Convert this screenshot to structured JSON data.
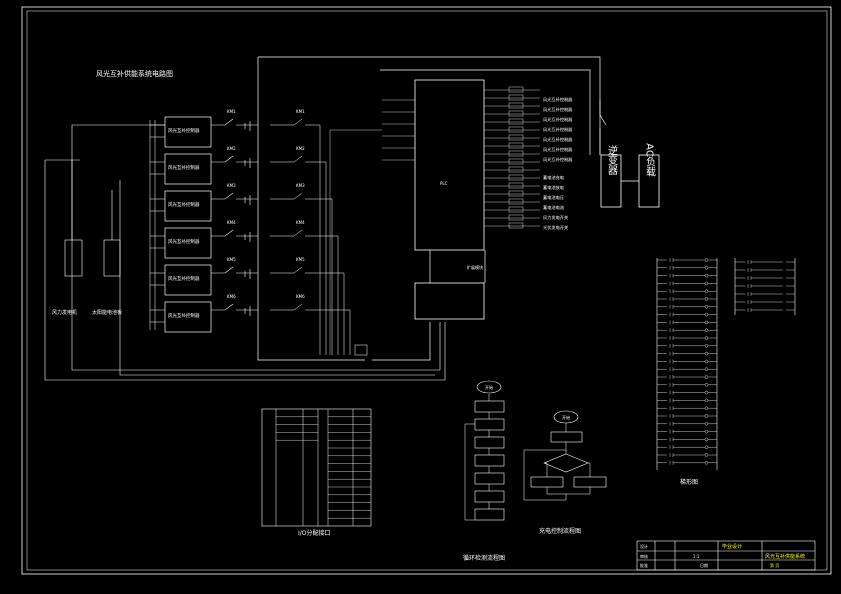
{
  "colors": {
    "background": "#000000",
    "line": "#ffffff",
    "label": "#ffff00",
    "accent": "#00e0ff",
    "block": "#e8e8e8"
  },
  "labels": {
    "main_title": "风光互补供能系统电路图",
    "inverter": "逆变器",
    "ac_load": "AC负载",
    "io_title": "I/O分配接口",
    "flow_title": "循环检测流程图",
    "charge_title": "充电控制流程图",
    "ladder_title": "梯形图",
    "wind_generator": "风力发电机",
    "solar_panel": "太阳能电池板",
    "start": "开始",
    "plc_label": "PLC",
    "ext_label": "扩展模块",
    "km_labels": [
      "KM1",
      "KM2",
      "KM3",
      "KM4",
      "KM5",
      "KM6"
    ],
    "controllers": [
      "风光互补控制器",
      "风光互补控制器",
      "风光互补控制器",
      "风光互补控制器",
      "风光互补控制器",
      "风光互补控制器"
    ],
    "right_notes": [
      "风光互补控制器",
      "风光互补控制器",
      "风光互补控制器",
      "风光互补控制器",
      "风光互补控制器",
      "风光互补控制器",
      "风光互补控制器",
      "蓄电池充电",
      "蓄电池放电",
      "蓄电池电压",
      "蓄电池电流",
      "风力发电开关",
      "光伏发电开关"
    ],
    "title_block": {
      "row1": [
        "设计",
        "毕业设计"
      ],
      "row2": [
        "审核",
        "1:1",
        "风光互补供能系统"
      ],
      "row3": [
        "批准",
        "日期",
        "第 页"
      ]
    }
  }
}
